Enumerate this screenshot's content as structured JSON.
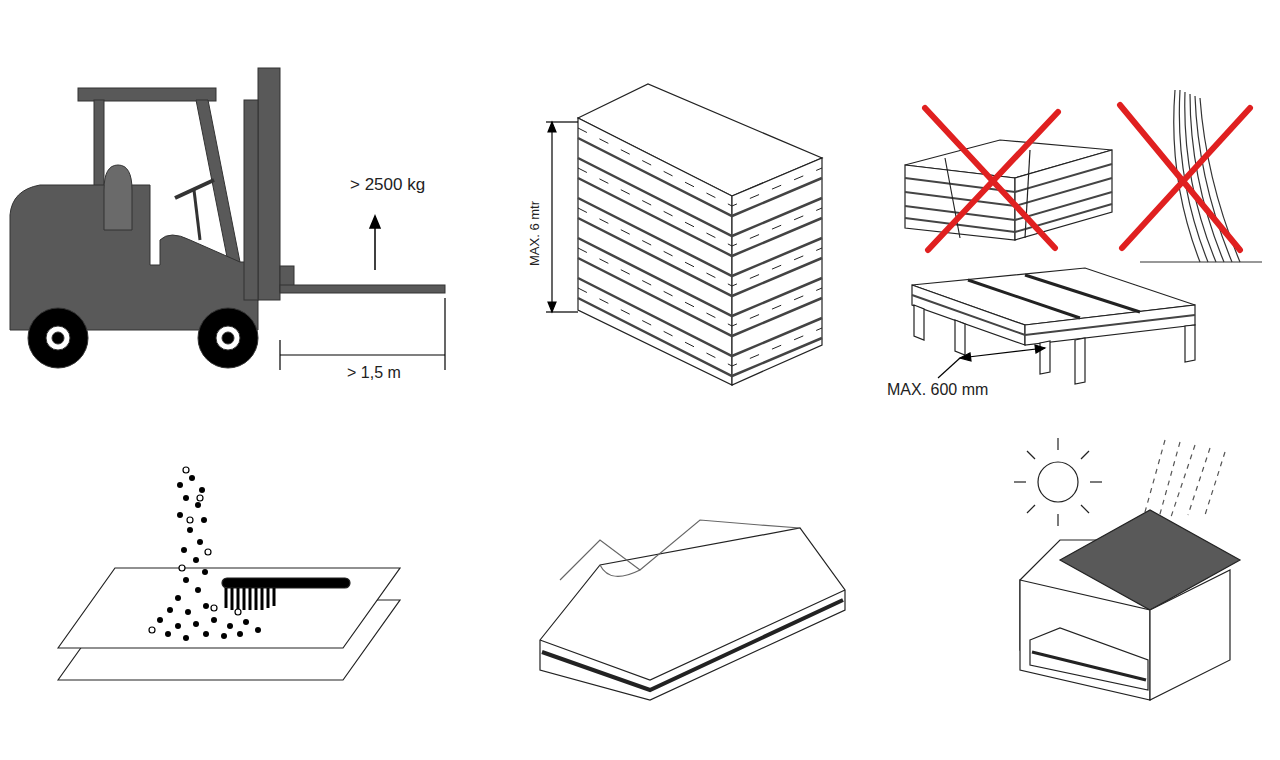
{
  "diagram": {
    "labels": [
      "> 2500 kg",
      "> 1,5 m",
      "MAX. 6 mtr",
      "MAX. 600 mm"
    ]
  }
}
